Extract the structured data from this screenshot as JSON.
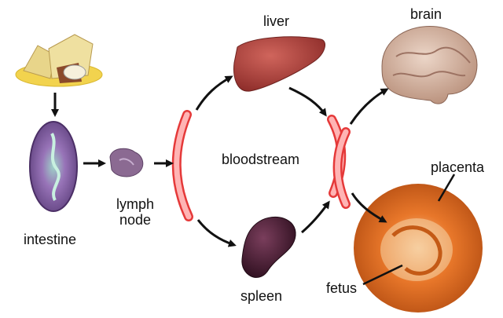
{
  "labels": {
    "liver": "liver",
    "brain": "brain",
    "bloodstream": "bloodstream",
    "placenta": "placenta",
    "lymph_node": [
      "lymph",
      "node"
    ],
    "intestine": "intestine",
    "spleen": "spleen",
    "fetus": "fetus"
  },
  "colors": {
    "arrow": "#111111",
    "vessel_fill": "#ffb4b4",
    "vessel_stroke": "#e53939",
    "liver": "#b5443f",
    "spleen": "#4a1f36",
    "brain": "#d9b9a6",
    "placenta": "#e26a1a",
    "intestine": "#7d5a9c",
    "lymph_node": "#8b6a92",
    "cheese_plate": "#f0d050",
    "cheese": "#e9d98a"
  }
}
